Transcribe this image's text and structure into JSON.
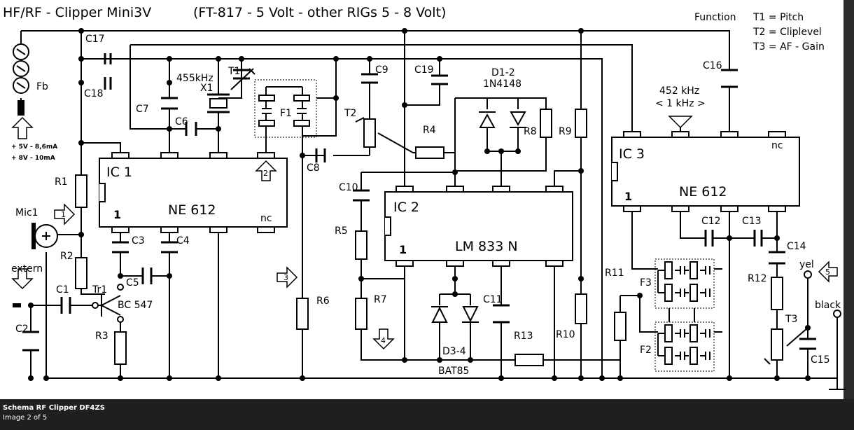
{
  "header": {
    "title": "HF/RF - Clipper Mini3V",
    "subtitle": "(FT-817 - 5 Volt - other RIGs  5 - 8 Volt)"
  },
  "function_box": {
    "heading": "Function",
    "lines": [
      "T1 = Pitch",
      "T2 = Cliplevel",
      "T3 = AF - Gain"
    ]
  },
  "ics": {
    "ic1": {
      "name": "IC 1",
      "part": "NE 612",
      "pin1": "1",
      "nc": "nc"
    },
    "ic2": {
      "name": "IC 2",
      "part": "LM 833 N",
      "pin1": "1"
    },
    "ic3": {
      "name": "IC 3",
      "part": "NE 612",
      "pin1": "1",
      "nc": "nc"
    }
  },
  "labels": {
    "c17": "C17",
    "c18": "C18",
    "fb": "Fb",
    "c7": "C7",
    "c6": "C6",
    "freq_x1": "455kHz",
    "x1": "X1",
    "t1": "T1",
    "f1": "F1",
    "c9": "C9",
    "c19": "C19",
    "d12": "D1-2",
    "d12_type": "1N4148",
    "t2": "T2",
    "r4": "R4",
    "r8": "R8",
    "r9": "R9",
    "c8": "C8",
    "c10": "C10",
    "r5": "R5",
    "r7": "R7",
    "r6": "R6",
    "r1": "R1",
    "r2": "R2",
    "r3": "R3",
    "mic1": "Mic1",
    "extern": "extern",
    "c1": "C1",
    "c2": "C2",
    "c3": "C3",
    "c4": "C4",
    "c5": "C5",
    "tr1": "Tr1",
    "bc547": "BC 547",
    "d34": "D3-4",
    "bat85": "BAT85",
    "c11": "C11",
    "r13": "R13",
    "r10": "R10",
    "r11": "R11",
    "f2": "F2",
    "f3": "F3",
    "c12": "C12",
    "c13": "C13",
    "c14": "C14",
    "r12": "R12",
    "t3": "T3",
    "c15": "C15",
    "c16": "C16",
    "yel": "yel",
    "black": "black",
    "freq_ic3": "452 kHz",
    "freq_ic3_sub": "< 1 kHz >",
    "supply1": "+ 5V - 8,6mA",
    "supply2": "+ 8V - 10mA"
  },
  "markers": [
    "1",
    "2",
    "3",
    "4",
    "5"
  ],
  "caption": {
    "title": "Schema RF Clipper DF4ZS",
    "count": "Image 2 of 5"
  }
}
